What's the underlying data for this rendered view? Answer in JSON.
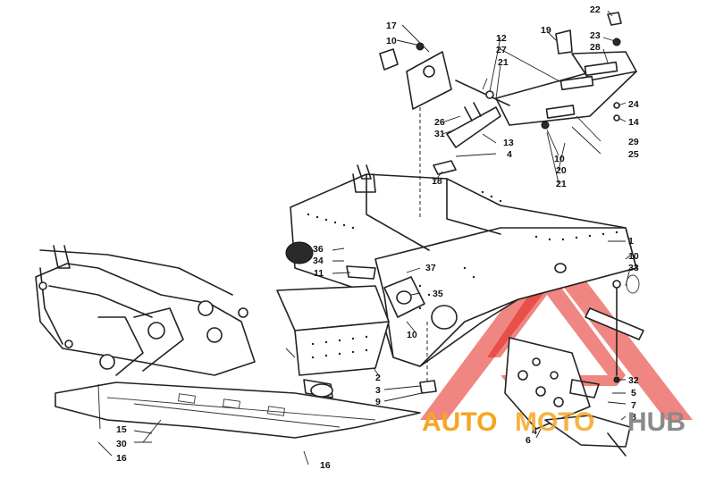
{
  "diagram": {
    "callouts": [
      {
        "id": "c1",
        "text": "1"
      },
      {
        "id": "c2",
        "text": "2"
      },
      {
        "id": "c3",
        "text": "3"
      },
      {
        "id": "c4a",
        "text": "4"
      },
      {
        "id": "c5",
        "text": "5"
      },
      {
        "id": "c6",
        "text": "6"
      },
      {
        "id": "c7",
        "text": "7"
      },
      {
        "id": "c8",
        "text": "8"
      },
      {
        "id": "c9",
        "text": "9"
      },
      {
        "id": "c10a",
        "text": "10"
      },
      {
        "id": "c10b",
        "text": "10"
      },
      {
        "id": "c10c",
        "text": "10"
      },
      {
        "id": "c10d",
        "text": "10"
      },
      {
        "id": "c11",
        "text": "11"
      },
      {
        "id": "c12",
        "text": "12"
      },
      {
        "id": "c13",
        "text": "13"
      },
      {
        "id": "c14",
        "text": "14"
      },
      {
        "id": "c15",
        "text": "15"
      },
      {
        "id": "c16a",
        "text": "16"
      },
      {
        "id": "c16b",
        "text": "16"
      },
      {
        "id": "c17",
        "text": "17"
      },
      {
        "id": "c18",
        "text": "18"
      },
      {
        "id": "c19",
        "text": "19"
      },
      {
        "id": "c20",
        "text": "20"
      },
      {
        "id": "c21a",
        "text": "21"
      },
      {
        "id": "c21b",
        "text": "21"
      },
      {
        "id": "c22",
        "text": "22"
      },
      {
        "id": "c23",
        "text": "23"
      },
      {
        "id": "c24",
        "text": "24"
      },
      {
        "id": "c25",
        "text": "25"
      },
      {
        "id": "c26",
        "text": "26"
      },
      {
        "id": "c27",
        "text": "27"
      },
      {
        "id": "c28",
        "text": "28"
      },
      {
        "id": "c29",
        "text": "29"
      },
      {
        "id": "c30",
        "text": "30"
      },
      {
        "id": "c31",
        "text": "31"
      },
      {
        "id": "c32",
        "text": "32"
      },
      {
        "id": "c33",
        "text": "33"
      },
      {
        "id": "c34",
        "text": "34"
      },
      {
        "id": "c35",
        "text": "35"
      },
      {
        "id": "c36",
        "text": "36"
      },
      {
        "id": "c37",
        "text": "37"
      },
      {
        "id": "c4b",
        "text": "4"
      }
    ]
  },
  "watermark": {
    "part1": "AUTO",
    "part2": "MOTO",
    "part3": "HUB",
    "colors": {
      "red": "#e2231a",
      "orange": "#f5a623",
      "gray": "#8a8a8a"
    }
  }
}
